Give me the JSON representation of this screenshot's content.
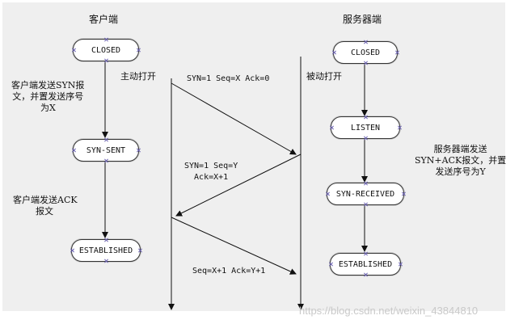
{
  "client": {
    "title": "客户端",
    "states": [
      "CLOSED",
      "SYN-SENT",
      "ESTABLISHED"
    ],
    "active_open": "主动打开",
    "note_syn": [
      "客户端发送SYN报",
      "文，并置发送序号",
      "为X"
    ],
    "note_ack": [
      "客户端发送ACK",
      "报文"
    ]
  },
  "server": {
    "title": "服务器端",
    "states": [
      "CLOSED",
      "LISTEN",
      "SYN-RECEIVED",
      "ESTABLISHED"
    ],
    "passive_open": "被动打开",
    "note_synack": [
      "服务器端发送",
      "SYN+ACK报文，并置",
      "发送序号为Y"
    ]
  },
  "messages": {
    "m1": "SYN=1  Seq=X  Ack=0",
    "m2": [
      "SYN=1  Seq=Y",
      "Ack=X+1"
    ],
    "m3": "Seq=X+1  Ack=Y+1"
  },
  "watermark": "https://blog.csdn.net/weixin_43844810"
}
